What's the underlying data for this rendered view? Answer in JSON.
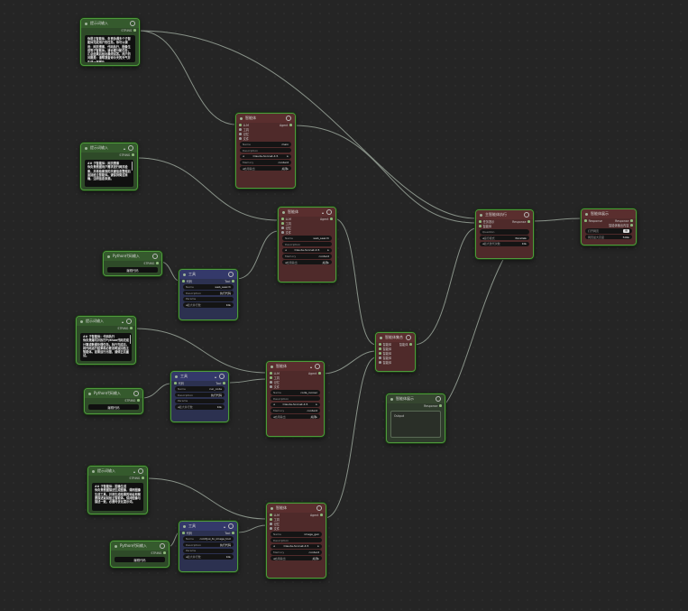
{
  "colors": {
    "canvas": "#252525",
    "node_border": "#4e9a3c",
    "wire": "#9aa59a",
    "slot": "#8cb67a",
    "node_green": "#2e4a28",
    "node_red": "#4f2a2a",
    "node_blue": "#2c3150"
  },
  "icons": {
    "node_dot": "circle-dot-icon",
    "collapse": "circle-toggle-icon",
    "pin": "pin-icon",
    "combo_arrows": "triangle-arrows-icon"
  },
  "labels": {
    "text_input": "提示词输入",
    "text_out": "STRING",
    "agent": "智能体",
    "in_llm": "LLM",
    "in_tools": "工具",
    "in_memory": "记忆",
    "in_file": "文件",
    "out_agent": "Agent",
    "name": "Name",
    "description": "Description",
    "model": "Claude-Sonnet-4.5",
    "memory": "Memory",
    "memory_val": "content",
    "enable_output": "启用输出",
    "off": "关闭",
    "python_input": "Python代码输入",
    "python_out": "STRING",
    "python_btn": "编辑代码",
    "tool": "工具",
    "tool_in": "代码",
    "tool_out": "Tool",
    "tool_desc_val": "执行代码",
    "params": "Params",
    "max_workers": "最大并行数",
    "max_workers_val": "10",
    "collab": "智能体集合",
    "collab_in": "智能体",
    "collab_out": "智能体",
    "master": "主智能体执行",
    "master_in_task": "任务提示",
    "master_in_agents": "智能体",
    "master_out": "Response",
    "master_question": "Question",
    "master_mode": "运行模式",
    "master_mode_val": "Parallel",
    "master_rounds": "最大迭代次数",
    "master_rounds_val": "10",
    "display": "智能体展示",
    "display_in": "Response",
    "display_out": "智能体输出内容",
    "display_open": "打开网页",
    "display_open_val": "是",
    "display_height": "网页最大高度",
    "display_height_val": "500",
    "viewer": "智能体展示",
    "viewer_out": "Response",
    "viewer_text": "Output"
  },
  "nodes": {
    "text1": {
      "title": "提示词输入",
      "text": "你是主智能体，负责协调多个子智能体完成用户的任务。你可以调用：网页搜索、代码执行、图像生成等子智能体。请合理分配任务，汇总结果后给出最终回答。用户的问题是：请帮我查询今天的天气并生成一张图片。"
    },
    "text2": {
      "title": "提示词输入",
      "text": "## 子智能体：网页搜索\n你负责根据用户需求进行网页检索，并将检索到的关键信息整理后返回给主智能体。请保持简洁准确，注明信息来源。"
    },
    "text3": {
      "title": "提示词输入",
      "text": "## 子智能体：代码执行\n你负责编写并执行Python代码完成计算或数据处理任务。执行完成后，将代码运行结果和必要说明返回给主智能体。如果运行出错，请修正后重试。"
    },
    "text4": {
      "title": "提示词输入",
      "text": "## 子智能体：图像生成\n你负责根据描述生成图像，调用图像生成工具，并将生成结果的地址和简要描述返回给主智能体。保持图像与描述一致，必要时优化提示词。"
    },
    "agent_main": {
      "title": "智能体",
      "name_val": "main"
    },
    "agent_web": {
      "title": "智能体",
      "name_val": "web_search"
    },
    "agent_code": {
      "title": "智能体",
      "name_val": "code_runner"
    },
    "agent_img": {
      "title": "智能体",
      "name_val": "image_gen"
    },
    "tool_web": {
      "title": "工具",
      "name_val": "web_search"
    },
    "tool_code": {
      "title": "工具",
      "name_val": "run_code"
    },
    "tool_img": {
      "title": "工具",
      "name_val": "comfyui_to_image_tool"
    }
  }
}
